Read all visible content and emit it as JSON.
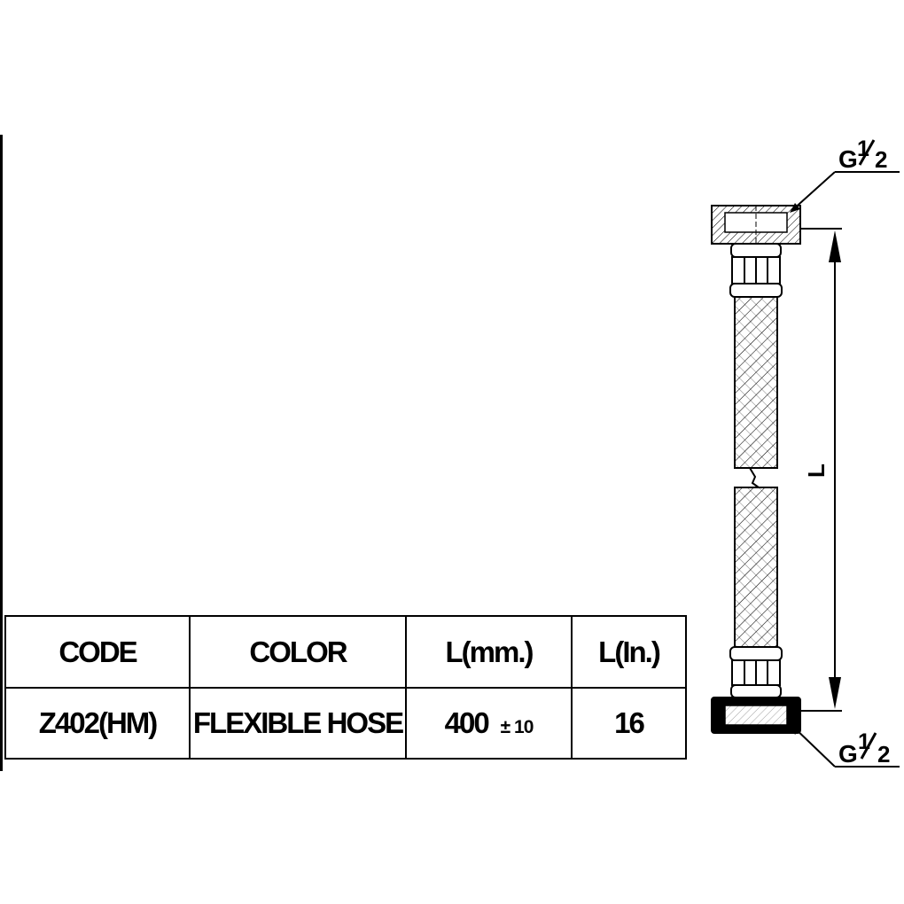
{
  "table": {
    "headers": [
      "CODE",
      "COLOR",
      "L(mm.)",
      "L(In.)"
    ],
    "rows": [
      {
        "code": "Z402(HM)",
        "color": "FLEXIBLE HOSE",
        "length_mm": "400",
        "tolerance": "± 10",
        "length_in": "16"
      }
    ]
  },
  "drawing": {
    "top_thread": {
      "g": "G",
      "num": "1",
      "den": "2"
    },
    "bottom_thread": {
      "g": "G",
      "num": "1",
      "den": "2"
    },
    "length_label": "L"
  }
}
